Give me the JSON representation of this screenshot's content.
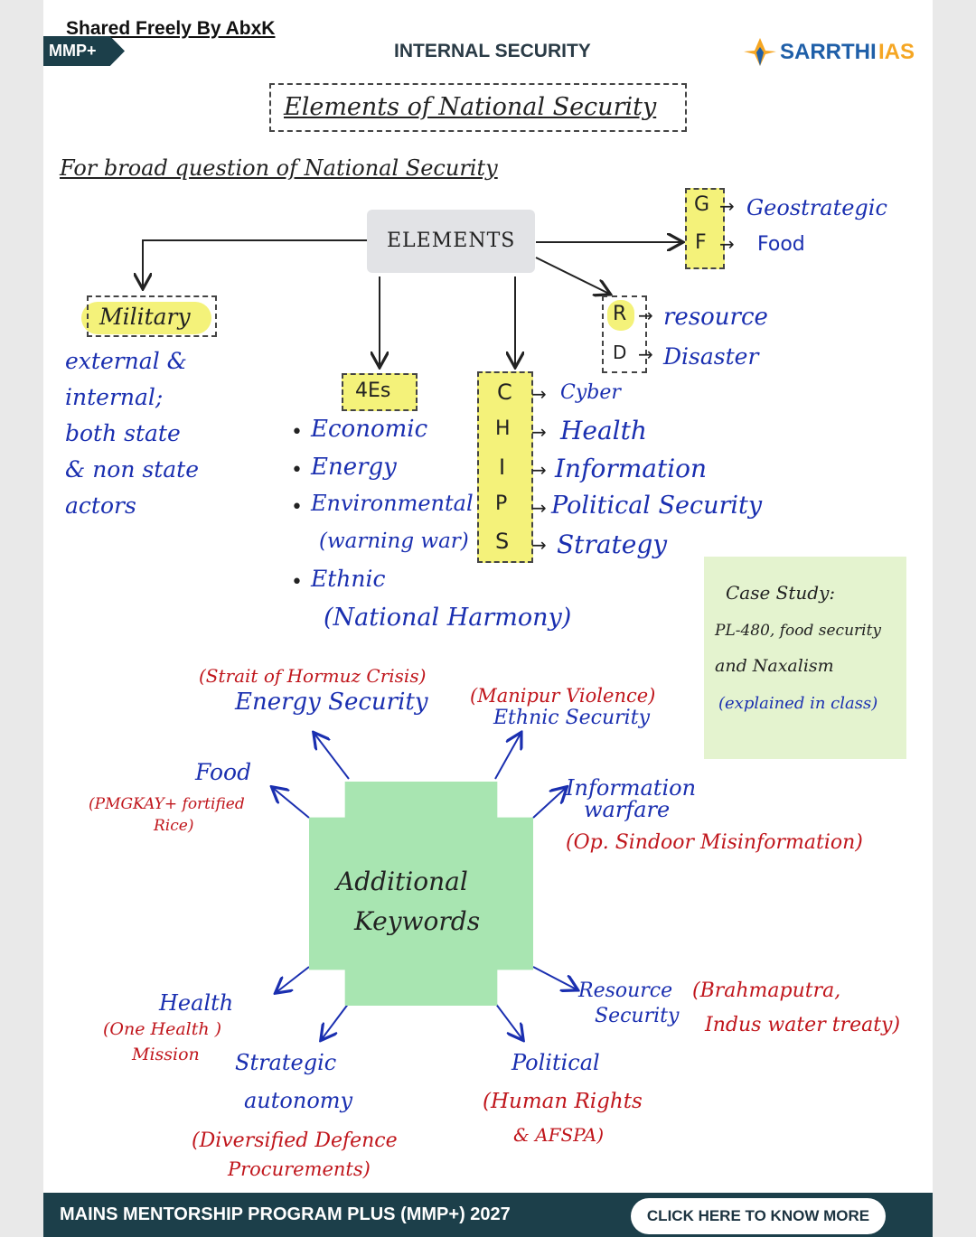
{
  "watermark": "Shared Freely By AbxK",
  "header": {
    "badge": "MMP+",
    "title": "INTERNAL SECURITY",
    "brand_main": "SARRTHI",
    "brand_accent": "IAS",
    "brand_colors": {
      "main": "#1f5fa8",
      "accent": "#f5a623"
    }
  },
  "page_title": "Elements of National Security",
  "subtitle": "For broad question of National Security",
  "elements_box": "ELEMENTS",
  "gf": {
    "letters": [
      "G",
      "F"
    ],
    "items": [
      "Geostrategic",
      "Food"
    ]
  },
  "rd": {
    "letters": [
      "R",
      "D"
    ],
    "items": [
      "resource",
      "Disaster"
    ]
  },
  "military": {
    "label": "Military",
    "note_lines": [
      "external &",
      "internal;",
      "both state",
      "& non state",
      "actors"
    ]
  },
  "four_es": {
    "label": "4Es",
    "items": [
      "Economic",
      "Energy",
      "Environmental",
      "(warning war)",
      "Ethnic",
      "(National Harmony)"
    ]
  },
  "chips": {
    "letters": [
      "C",
      "H",
      "I",
      "P",
      "S"
    ],
    "items": [
      "Cyber",
      "Health",
      "Information",
      "Political Security",
      "Strategy"
    ]
  },
  "case_study": {
    "lines": [
      "Case Study:",
      "PL-480, food security",
      "and Naxalism",
      "(explained in class)"
    ]
  },
  "additional_box": {
    "lines": [
      "Additional",
      "Keywords"
    ]
  },
  "keywords": {
    "energy": {
      "context": "(Strait of Hormuz Crisis)",
      "title": "Energy Security"
    },
    "ethnic": {
      "context": "(Manipur Violence)",
      "title": "Ethnic Security"
    },
    "food": {
      "title": "Food",
      "context_lines": [
        "(PMGKAY+ fortified",
        "Rice)"
      ]
    },
    "information": {
      "title_lines": [
        "Information",
        "warfare"
      ],
      "context": "(Op. Sindoor Misinformation)"
    },
    "health": {
      "title": "Health",
      "context_lines": [
        "(One Health )",
        "Mission"
      ]
    },
    "strategic": {
      "title_lines": [
        "Strategic",
        "autonomy"
      ],
      "context_lines": [
        "(Diversified Defence",
        "Procurements)"
      ]
    },
    "political": {
      "title": "Political",
      "context_lines": [
        "(Human Rights",
        "& AFSPA)"
      ]
    },
    "resource": {
      "title_lines": [
        "Resource",
        "Security"
      ],
      "context_lines": [
        "(Brahmaputra,",
        "Indus water treaty)"
      ]
    }
  },
  "footer": {
    "text": "MAINS MENTORSHIP PROGRAM PLUS (MMP+) 2027",
    "button": "CLICK HERE TO KNOW MORE",
    "bg_color": "#1c3f4a"
  }
}
